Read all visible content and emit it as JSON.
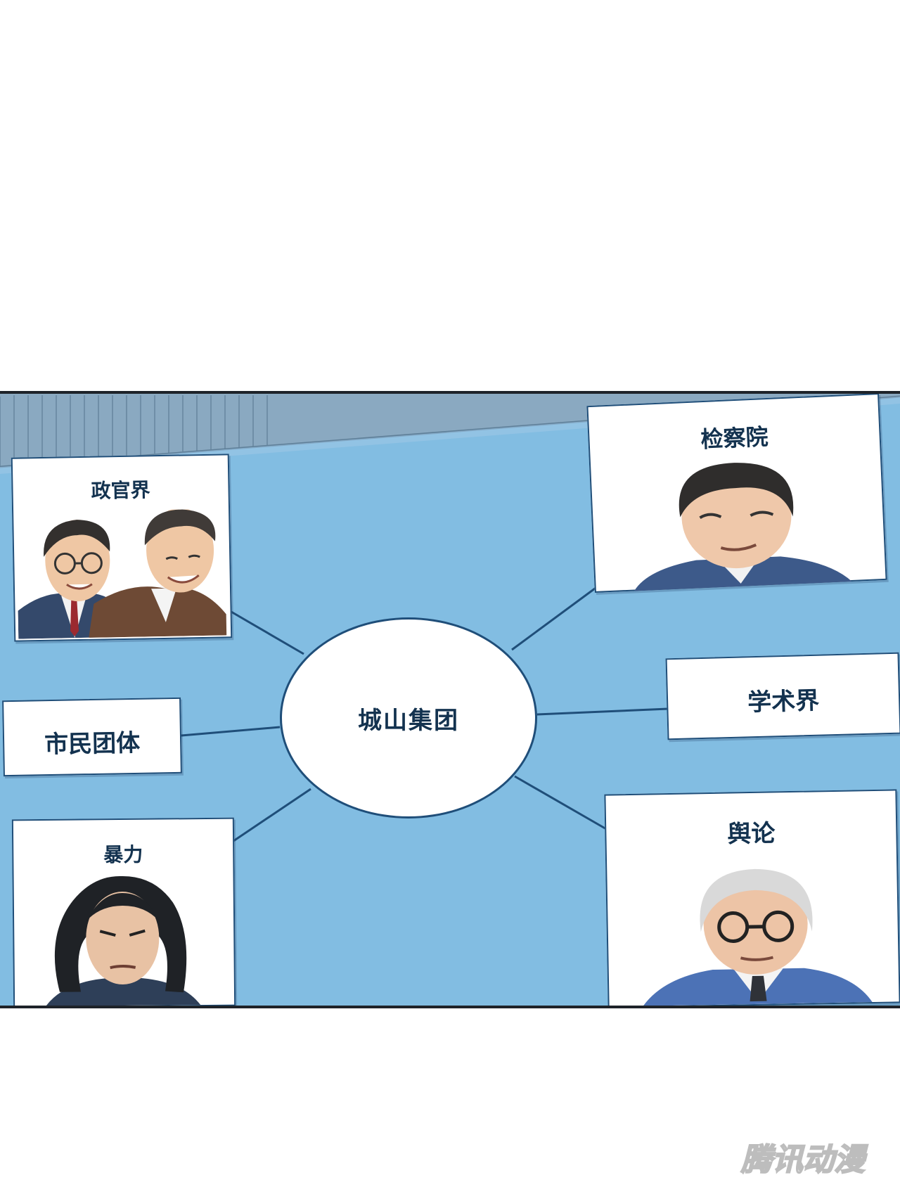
{
  "diagram": {
    "center": {
      "label": "城山集团"
    },
    "nodes": [
      {
        "id": "politics",
        "label": "政官界",
        "has_portrait": true,
        "portrait": "two-men-in-suits"
      },
      {
        "id": "prosecution",
        "label": "检察院",
        "has_portrait": true,
        "portrait": "man-in-suit"
      },
      {
        "id": "citizens",
        "label": "市民团体",
        "has_portrait": false
      },
      {
        "id": "academia",
        "label": "学术界",
        "has_portrait": false
      },
      {
        "id": "violence",
        "label": "暴力",
        "has_portrait": true,
        "portrait": "long-haired-man"
      },
      {
        "id": "media",
        "label": "舆论",
        "has_portrait": true,
        "portrait": "elderly-man-with-glasses"
      }
    ],
    "edges": [
      [
        "城山集团",
        "政官界"
      ],
      [
        "城山集团",
        "检察院"
      ],
      [
        "城山集团",
        "市民团体"
      ],
      [
        "城山集团",
        "学术界"
      ],
      [
        "城山集团",
        "暴力"
      ],
      [
        "城山集团",
        "舆论"
      ]
    ]
  },
  "watermark": {
    "text": "腾讯动漫"
  },
  "colors": {
    "board": "#82bde2",
    "card": "#ffffff",
    "line": "#1f4e79",
    "text": "#13324f"
  }
}
